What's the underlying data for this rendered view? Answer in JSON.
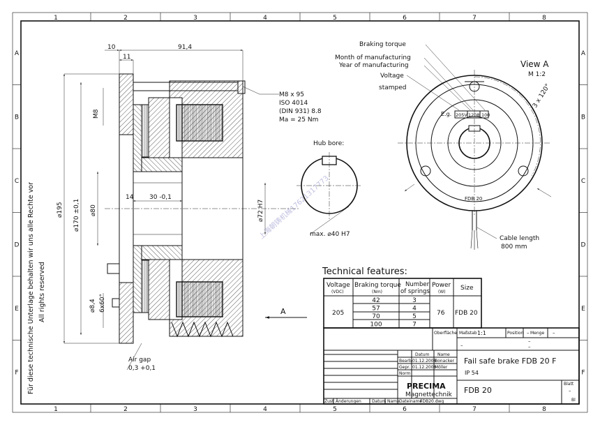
{
  "frame": {
    "columns": [
      "1",
      "2",
      "3",
      "4",
      "5",
      "6",
      "7",
      "8"
    ],
    "rows": [
      "A",
      "B",
      "C",
      "D",
      "E",
      "F"
    ]
  },
  "side_note": {
    "line1": "Für diese technische Unterlage behalten wir uns alle Rechte vor",
    "line2": "All rights reserved"
  },
  "dimensions": {
    "d10": "10",
    "d11": "11",
    "d914": "91,4",
    "m8": "M8",
    "d195": "⌀195",
    "d170": "⌀170 ±0,1",
    "d80": "⌀80",
    "d72": "⌀72 H7",
    "d14": "14",
    "d30": "30 -0,1",
    "d84a": "⌀8,4",
    "d84b": "6x60°",
    "air_gap_l1": "Air gap",
    "air_gap_l2": "0,3 +0,1",
    "view_arrow": "A"
  },
  "bolt_note": [
    "M8 x 95",
    "ISO 4014",
    "(DIN 931) 8.8",
    "Ma = 25 Nm"
  ],
  "hub_bore": {
    "label": "Hub bore:",
    "max": "max. ⌀40 H7"
  },
  "view_a": {
    "title": "View A",
    "scale": "M 1:2",
    "angle": "3 x 120°",
    "labels": [
      "Braking torque",
      "Month of manufacturing",
      "Year of manufacturing",
      "Voltage",
      "stamped"
    ],
    "eg": "E.g.",
    "stamp": [
      "205V",
      "1208",
      "100"
    ],
    "name_plate": "FDB 20",
    "cable_l1": "Cable length",
    "cable_l2": "800 mm"
  },
  "watermark": "上海朝铸机械17621317773",
  "technical": {
    "title": "Technical features:",
    "headers": {
      "voltage": "Voltage",
      "voltage_unit": "(VDC)",
      "torque": "Braking torque",
      "torque_unit": "(Nm)",
      "springs": "Number",
      "springs2": "of springs",
      "power": "Power",
      "power_unit": "(W)",
      "size": "Size"
    },
    "voltage": "205",
    "power": "76",
    "size": "FDB 20",
    "rows": [
      {
        "torque": "42",
        "springs": "3"
      },
      {
        "torque": "57",
        "springs": "4"
      },
      {
        "torque": "70",
        "springs": "5"
      },
      {
        "torque": "100",
        "springs": "7"
      }
    ]
  },
  "title_block": {
    "oberflache": "Oberfläche",
    "massstab": "Maßstab",
    "scale": "1:1",
    "position": "Position",
    "menge": "Menge",
    "dash": "–",
    "datum": "Datum",
    "name": "Name",
    "bearb": "Bearb.",
    "bearb_date": "01.12.2008",
    "bearb_name": "Bonacker",
    "gepr": "Gepr.",
    "gepr_date": "01.12.2008",
    "gepr_name": "Möller",
    "norm": "Norm",
    "title": "Fail safe brake FDB 20 F",
    "ip": "IP 54",
    "logo_main": "PRECIMA",
    "logo_sub": "Magnettechnik",
    "part": "FDB 20",
    "blatt": "Blatt",
    "bl": "Bl",
    "zust": "Zust",
    "anderungen": "Änderungen",
    "file_label": "Dateiname",
    "file": "FDB20.dwg"
  }
}
